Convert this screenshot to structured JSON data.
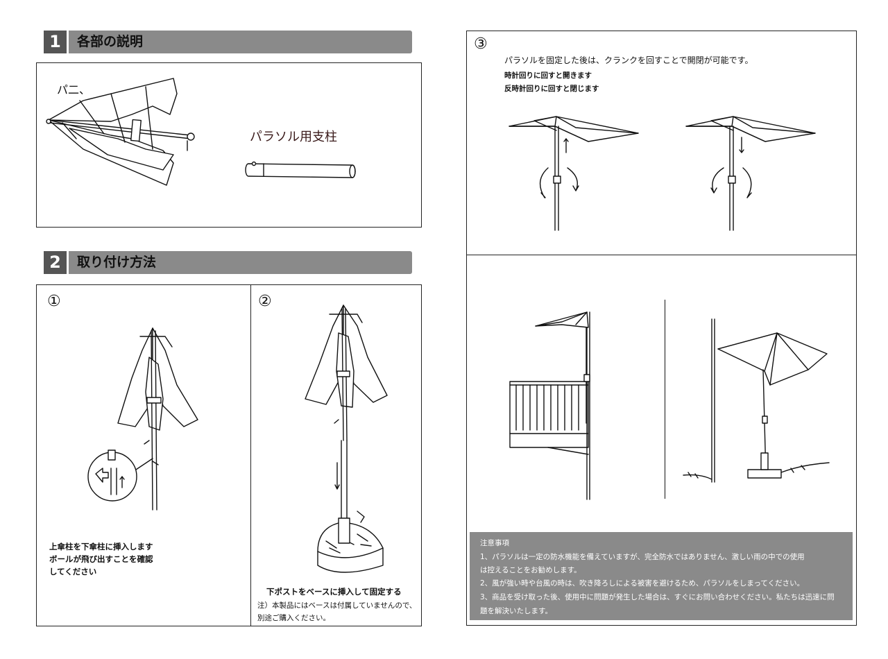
{
  "section1": {
    "number": "1",
    "title": "各部の説明"
  },
  "parts": {
    "canopy_label": "パ二、",
    "pole_label": "パラソル用支柱"
  },
  "section2": {
    "number": "2",
    "title": "取り付け方法"
  },
  "step1": {
    "marker": "①",
    "lines": [
      "上傘柱を下傘柱に挿入します",
      "ボールが飛び出すことを確認",
      "してください"
    ]
  },
  "step2": {
    "marker": "②",
    "caption": "下ポストをベースに挿入して固定する",
    "note_lines": [
      "注）本製品にはベースは付属していませんので、",
      "別途ご購入ください。"
    ]
  },
  "step3": {
    "marker": "③",
    "main": "パラソルを固定した後は、クランクを回すことで開閉が可能です。",
    "sub1": "時計回りに回すと開きます",
    "sub2": "反時計回りに回すと閉じます"
  },
  "notes": {
    "title": "注意事項",
    "lines": [
      "1、パラソルは一定の防水機能を備えていますが、完全防水ではありません、激しい雨の中での使用",
      "は控えることをお勧めします。",
      "2、風が強い時や台風の時は、吹き降ろしによる被害を避けるため、パラソルをしまってください。",
      "3、商品を受け取った後、使用中に問題が発生した場合は、すぐにお問い合わせください。私たちは迅速に問",
      "題を解決いたします。"
    ]
  }
}
